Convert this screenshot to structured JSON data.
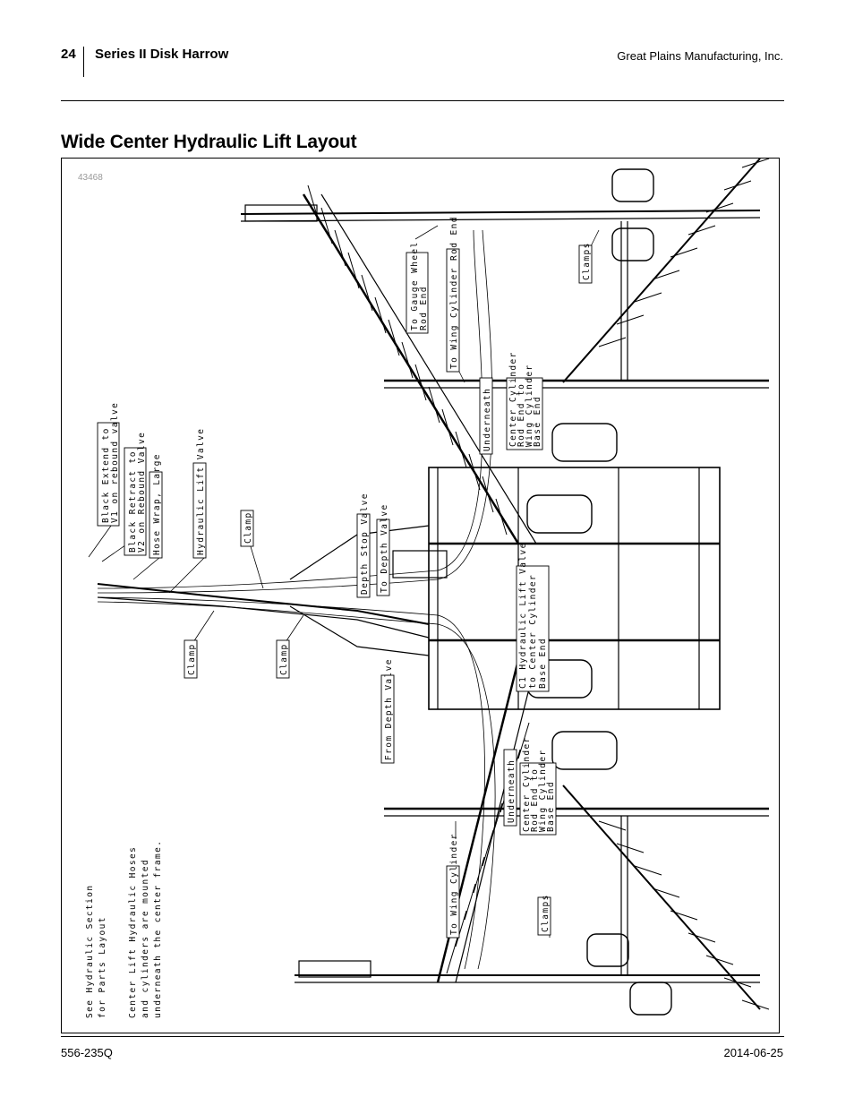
{
  "header": {
    "page_number": "24",
    "doc_title": "Series II Disk Harrow",
    "company": "Great Plains Manufacturing, Inc."
  },
  "section_title": "Wide Center Hydraulic Lift Layout",
  "figure": {
    "figure_number": "43468",
    "callouts": {
      "black_extend_1": "Black Extend to",
      "black_extend_2": "V1 on rebound valve",
      "black_retract_1": "Black Retract to",
      "black_retract_2": "V2 on Rebound Valve",
      "hose_wrap": "Hose Wrap, Large",
      "hydraulic_lift_valve": "Hydraulic Lift Valve",
      "clamp_upper": "Clamp",
      "clamp_left": "Clamp",
      "clamp_mid": "Clamp",
      "depth_stop_valve": "Depth Stop Valve",
      "to_depth_valve": "To Depth Valve",
      "from_depth_valve": "From Depth Valve",
      "gauge_wheel_1": "To Gauge Wheel",
      "gauge_wheel_2": "Rod End",
      "wing_cyl_rod_top": "To Wing Cylinder Rod End",
      "wing_cyl_bottom": "To Wing Cylinder",
      "clamps_top": "Clamps",
      "clamps_bottom": "Clamps",
      "underneath_top": "Underneath",
      "underneath_bottom": "Underneath",
      "center_cyl_top_1": "Center Cylinder",
      "center_cyl_top_2": "Rod End to",
      "center_cyl_top_3": "Wing Cylinder",
      "center_cyl_top_4": "Base End",
      "c1_1": "C1 Hydraulic Lift Valve",
      "c1_2": "to Center Cylinder",
      "c1_3": "Base End",
      "center_cyl_bot_1": "Center Cylinder",
      "center_cyl_bot_2": "Rod End to",
      "center_cyl_bot_3": "Wing Cylinder",
      "center_cyl_bot_4": "Base End",
      "note_1": "See Hydraulic Section",
      "note_2": "for Parts Layout",
      "note_3": "Center Lift Hydraulic Hoses",
      "note_4": "and cylinders are mounted",
      "note_5": "underneath the center frame."
    }
  },
  "footer": {
    "part_number": "556-235Q",
    "date": "2014-06-25"
  }
}
